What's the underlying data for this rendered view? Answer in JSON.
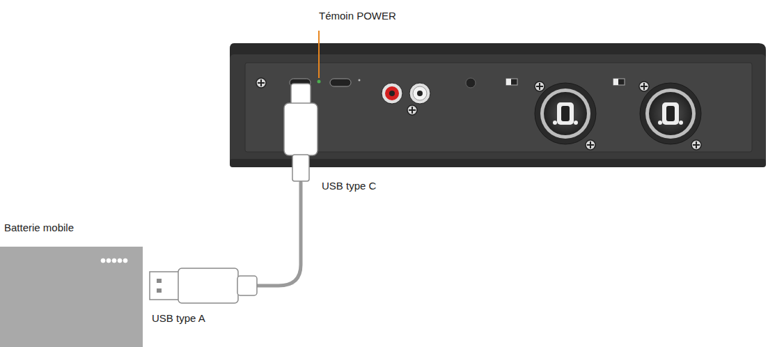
{
  "diagram": {
    "nodes": [
      {
        "text": [
          "Batterie mobile"
        ]
      }
    ],
    "labels": [
      "Témoin POWER",
      "USB type C",
      "USB type A"
    ]
  }
}
